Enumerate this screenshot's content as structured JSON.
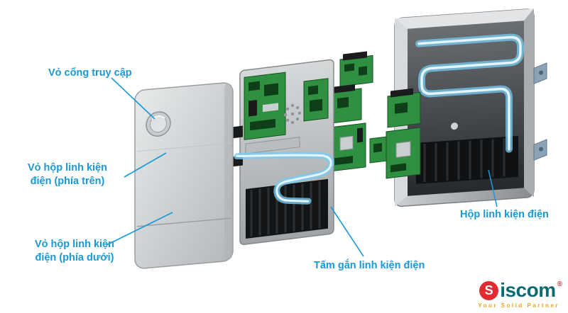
{
  "diagram": {
    "callouts": {
      "access_port_cover": "Vỏ cổng truy cập",
      "upper_cover": "Vỏ hộp linh kiện điện (phía trên)",
      "lower_cover": "Vỏ hộp linh kiện điện (phía dưới)",
      "mounting_plate": "Tấm gắn linh kiện điện",
      "component_box": "Hộp linh kiện điện"
    },
    "colors": {
      "label_text": "#1899d5",
      "leader_line": "#1899d5",
      "tube_glow": "#79ccf1",
      "tube_core": "#e9f8ff",
      "pcb_green": "#2e9040",
      "metal_light": "#e8eaeb",
      "metal_dark": "#26292c"
    }
  },
  "logo": {
    "brand_initial": "S",
    "brand_rest": "iscom",
    "registered": "®",
    "tagline": "Your Solid Partner",
    "colors": {
      "dot": "#e12b30",
      "text": "#0d6a70",
      "tagline": "#efa31d"
    }
  }
}
